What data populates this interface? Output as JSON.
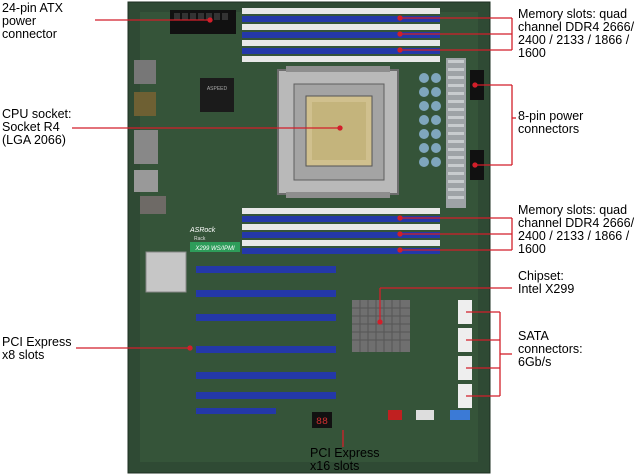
{
  "callouts": {
    "atx_power": "24-pin ATX\npower\nconnector",
    "cpu_socket": "CPU socket:\nSocket R4\n(LGA 2066)",
    "pcie_x8": "PCI Express\nx8 slots",
    "pcie_x16": "PCI Express\nx16 slots",
    "memory_top": "Memory slots: quad\nchannel DDR4 2666/\n2400 / 2133 / 1866 /\n1600",
    "power_8pin": "8-pin power\nconnectors",
    "memory_bottom": "Memory slots: quad\nchannel DDR4 2666/\n2400 / 2133 / 1866 /\n1600",
    "chipset": "Chipset:\nIntel X299",
    "sata": "SATA\nconnectors:\n6Gb/s"
  },
  "board": {
    "brand": "ASRock",
    "sub_brand": "Rack",
    "model": "X299 WS/IPMI",
    "debug_display": "88",
    "io_chip": "ASPEED"
  },
  "colors": {
    "pcb": "#2f4a34",
    "slot_blue": "#2438a8",
    "slot_white": "#e8e8e8",
    "callout_line": "#d21f2a"
  }
}
